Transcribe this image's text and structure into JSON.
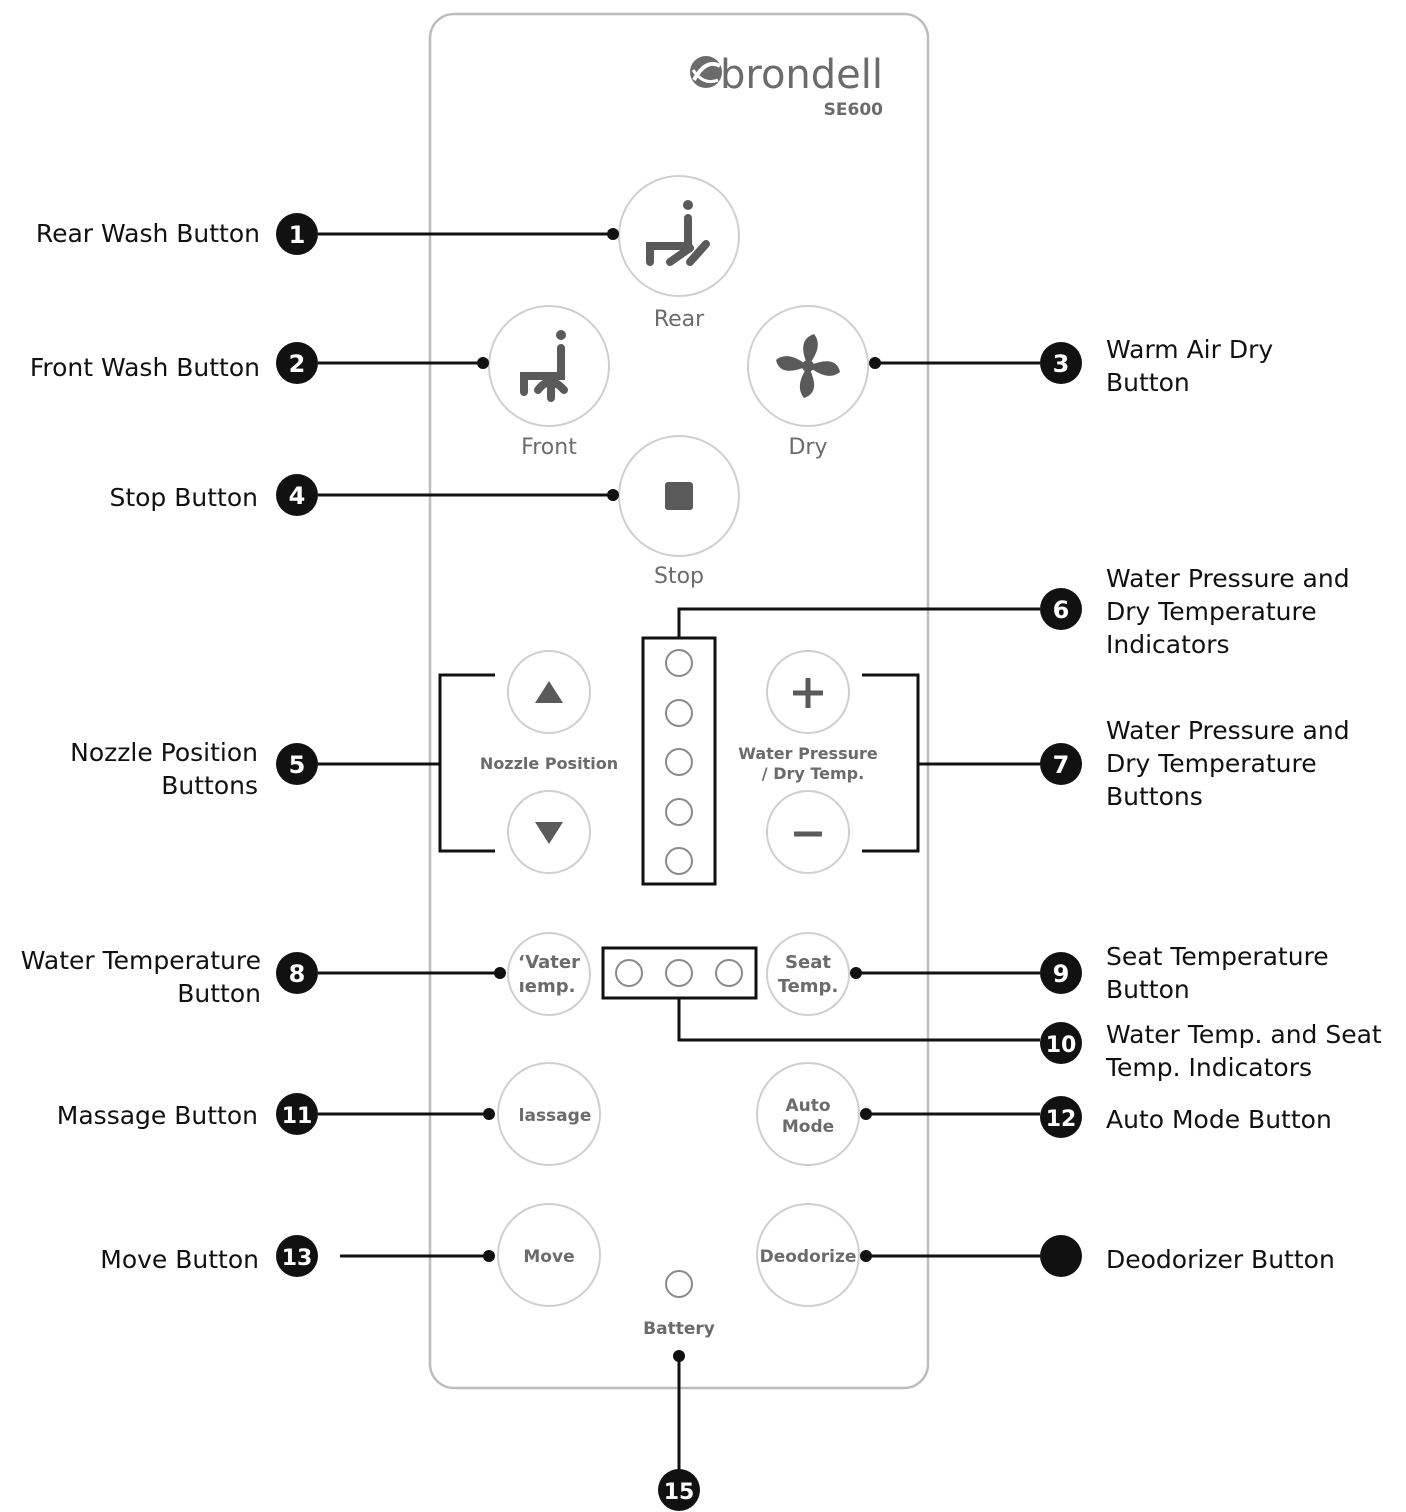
{
  "remote": {
    "brand": "brondell",
    "model": "SE600",
    "buttons": {
      "rear": "Rear",
      "front": "Front",
      "dry": "Dry",
      "stop": "Stop",
      "nozzle_position": "Nozzle Position",
      "water_pressure": [
        "Water Pressure",
        "/ Dry Temp."
      ],
      "water_temp": [
        "‘Vater",
        "ıemp."
      ],
      "seat_temp": [
        "Seat",
        "Temp."
      ],
      "massage": "lassage",
      "auto_mode": [
        "Auto",
        "Mode"
      ],
      "move": "Move",
      "deodorize": "Deodorize",
      "battery": "Battery"
    }
  },
  "callouts": [
    {
      "num": "1",
      "lines": [
        "Rear Wash Button"
      ]
    },
    {
      "num": "2",
      "lines": [
        "Front Wash Button"
      ]
    },
    {
      "num": "3",
      "lines": [
        "Warm Air Dry",
        "Button"
      ]
    },
    {
      "num": "4",
      "lines": [
        "Stop Button"
      ]
    },
    {
      "num": "5",
      "lines": [
        "Nozzle Position",
        "Buttons"
      ]
    },
    {
      "num": "6",
      "lines": [
        "Water Pressure and",
        "Dry Temperature",
        "Indicators"
      ]
    },
    {
      "num": "7",
      "lines": [
        "Water Pressure and",
        "Dry Temperature",
        "Buttons"
      ]
    },
    {
      "num": "8",
      "lines": [
        "Water Temperature",
        "Button"
      ]
    },
    {
      "num": "9",
      "lines": [
        "Seat Temperature",
        "Button"
      ]
    },
    {
      "num": "10",
      "lines": [
        "Water Temp. and Seat",
        "Temp. Indicators"
      ]
    },
    {
      "num": "11",
      "lines": [
        "Massage Button"
      ]
    },
    {
      "num": "12",
      "lines": [
        "Auto Mode Button"
      ]
    },
    {
      "num": "13",
      "lines": [
        "Move Button"
      ]
    },
    {
      "num": "",
      "lines": [
        "Deodorizer Button"
      ]
    },
    {
      "num": "15",
      "lines": []
    }
  ]
}
